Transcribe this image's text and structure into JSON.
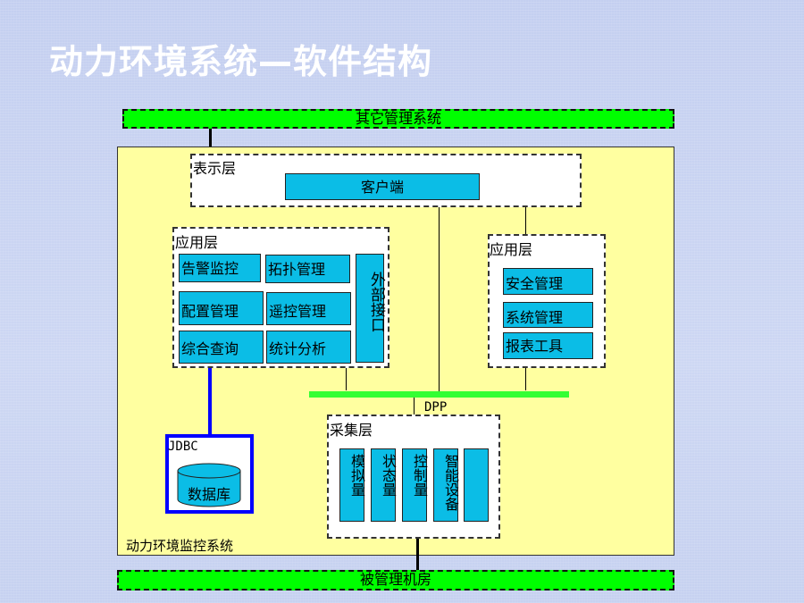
{
  "title": "动力环境系统—软件结构",
  "top_bar": "其它管理系统",
  "bottom_bar": "被管理机房",
  "main_panel_label": "动力环境监控系统",
  "presentation_layer": {
    "label": "表示层",
    "client": "客户端"
  },
  "app_layer_left": {
    "label": "应用层",
    "modules": [
      "告警监控",
      "拓扑管理",
      "配置管理",
      "遥控管理",
      "综合查询",
      "统计分析"
    ],
    "external_interface": "外部接口"
  },
  "app_layer_right": {
    "label": "应用层",
    "modules": [
      "安全管理",
      "系统管理",
      "报表工具"
    ]
  },
  "dpp_label": "DPP",
  "collection_layer": {
    "label": "采集层",
    "items": [
      "模拟量",
      "状态量",
      "控制量",
      "智能设备",
      ""
    ]
  },
  "jdbc": {
    "label": "JDBC",
    "database": "数据库"
  },
  "colors": {
    "bar": "#00ff00",
    "panel": "#ffffa0",
    "module": "#0bbde6",
    "jdbc_border": "#0000ff",
    "dpp_bus": "#33ff33"
  }
}
